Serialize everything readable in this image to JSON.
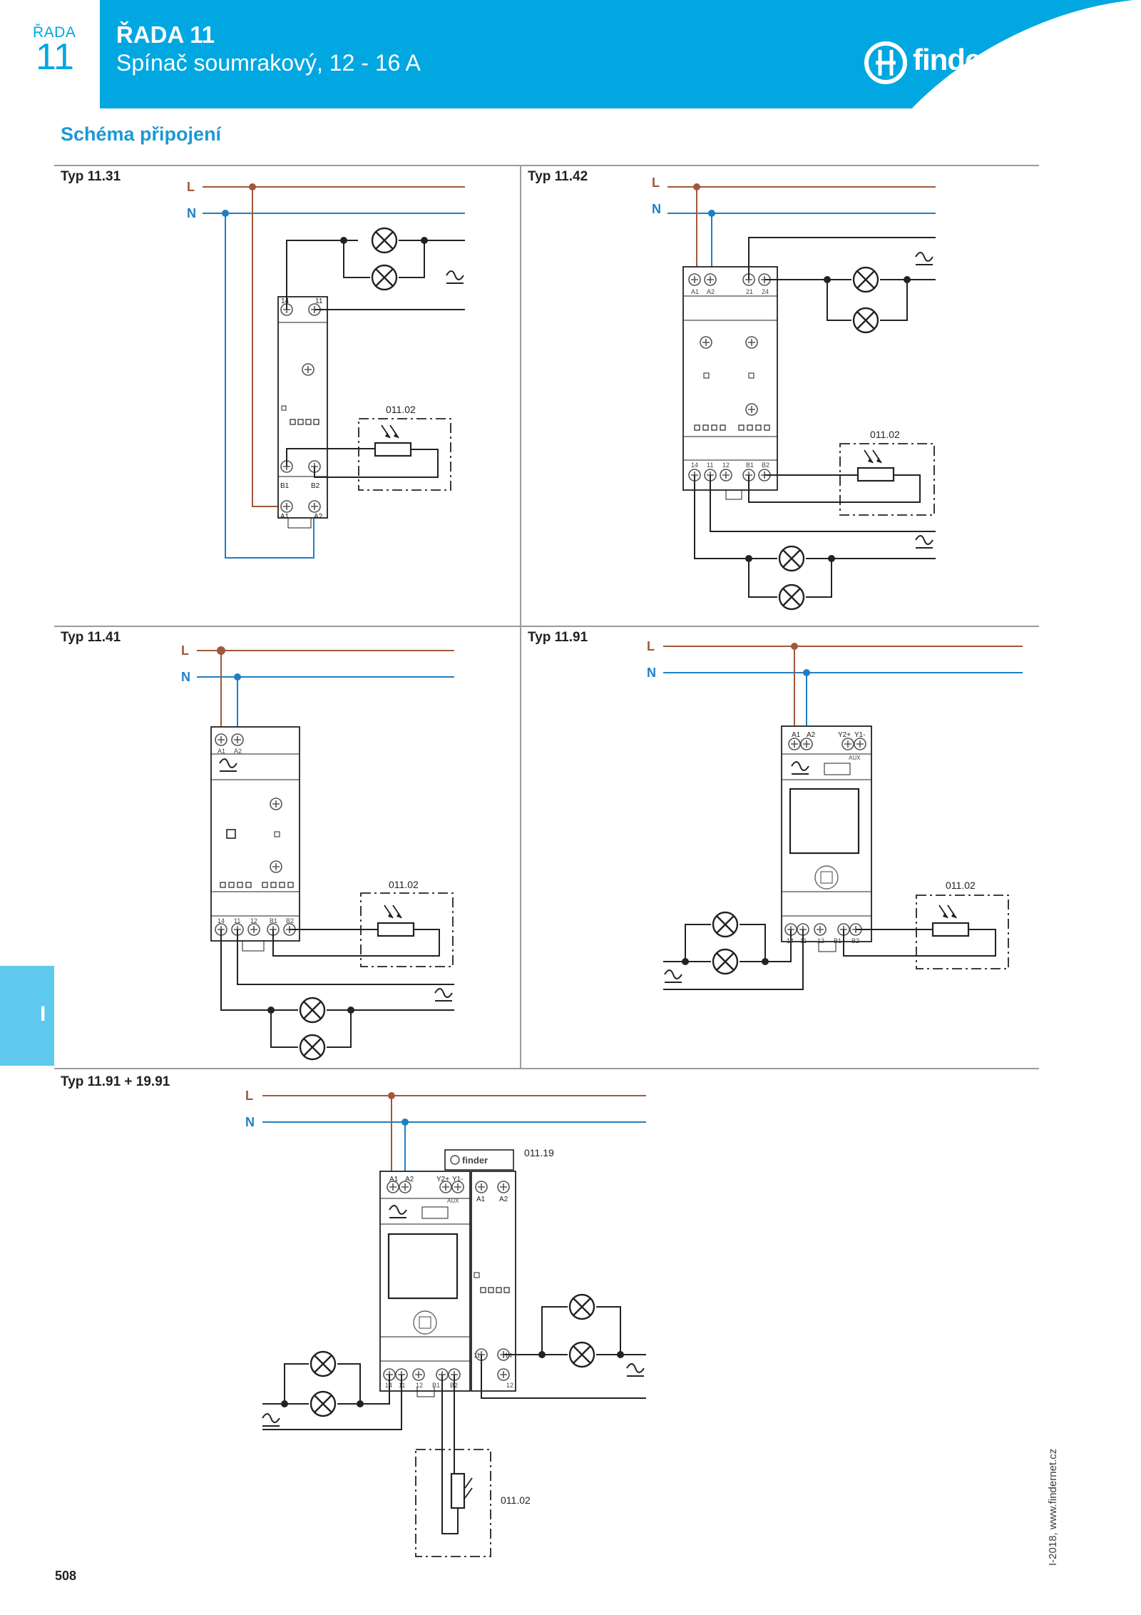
{
  "header": {
    "series_label": "ŘADA",
    "series_number": "11",
    "title": "ŘADA 11",
    "subtitle": "Spínač soumrakový, 12 - 16 A",
    "brand": "finder"
  },
  "section_title": "Schéma připojení",
  "panels": [
    {
      "type_label": "Typ 11.31",
      "line_l": "L",
      "line_n": "N",
      "sensor": "011.02",
      "terminals_top": [
        "14",
        "11"
      ],
      "terminals_bottom": [
        "B1",
        "B2",
        "A1",
        "A2"
      ]
    },
    {
      "type_label": "Typ 11.42",
      "line_l": "L",
      "line_n": "N",
      "sensor": "011.02",
      "terminals_top": [
        "A1",
        "A2",
        "21",
        "24"
      ],
      "terminals_bottom": [
        "14",
        "11",
        "12",
        "B1",
        "B2"
      ]
    },
    {
      "type_label": "Typ 11.41",
      "line_l": "L",
      "line_n": "N",
      "sensor": "011.02",
      "terminals_top": [
        "A1",
        "A2"
      ],
      "terminals_bottom": [
        "14",
        "11",
        "12",
        "B1",
        "B2"
      ]
    },
    {
      "type_label": "Typ 11.91",
      "line_l": "L",
      "line_n": "N",
      "sensor": "011.02",
      "terminals_top": [
        "A1",
        "A2",
        "Y2+",
        "Y1-"
      ],
      "aux": "AUX",
      "terminals_bottom": [
        "14",
        "11",
        "12",
        "B1",
        "B2"
      ]
    },
    {
      "type_label": "Typ 11.91 + 19.91",
      "line_l": "L",
      "line_n": "N",
      "sensor": "011.02",
      "module": "011.19",
      "module_brand": "finder",
      "terminals_top": [
        "A1",
        "A2",
        "Y2+",
        "Y1-"
      ],
      "aux": "AUX",
      "terminals_bottom": [
        "14",
        "11",
        "12",
        "B1",
        "B2"
      ],
      "module_terminals_top": [
        "A1",
        "A2"
      ],
      "module_terminals_bottom": [
        "11",
        "14",
        "12"
      ]
    }
  ],
  "ac_symbol": "~",
  "side_tab": "I",
  "page_number": "508",
  "footer_note": "I-2018, www.findernet.cz",
  "colors": {
    "brand_blue": "#00a7e1",
    "line_l": "#a0583a",
    "line_n": "#1f7fc4",
    "side_tab": "#5ec8ef"
  }
}
